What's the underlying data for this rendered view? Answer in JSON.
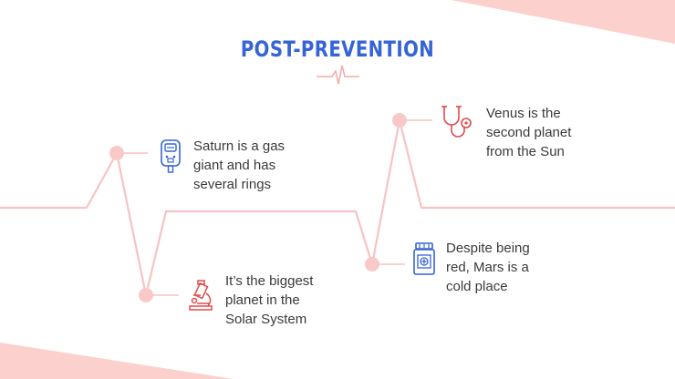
{
  "title": "POST-PREVENTION",
  "colors": {
    "title": "#3564d4",
    "line": "#f6c4c2",
    "dot": "#f8c9c7",
    "corner": "#fbd0cd",
    "icon_blue": "#3564d4",
    "icon_red": "#e04a4a"
  },
  "items": [
    {
      "icon": "glucometer-icon",
      "text_lines": [
        "Saturn is a gas",
        "giant and has",
        "several rings"
      ]
    },
    {
      "icon": "microscope-icon",
      "text_lines": [
        "It’s the biggest",
        "planet in the",
        "Solar System"
      ]
    },
    {
      "icon": "stethoscope-icon",
      "text_lines": [
        "Venus is the",
        "second planet",
        "from the Sun"
      ]
    },
    {
      "icon": "pill-bottle-icon",
      "text_lines": [
        "Despite being",
        "red, Mars is a",
        "cold place"
      ]
    }
  ]
}
